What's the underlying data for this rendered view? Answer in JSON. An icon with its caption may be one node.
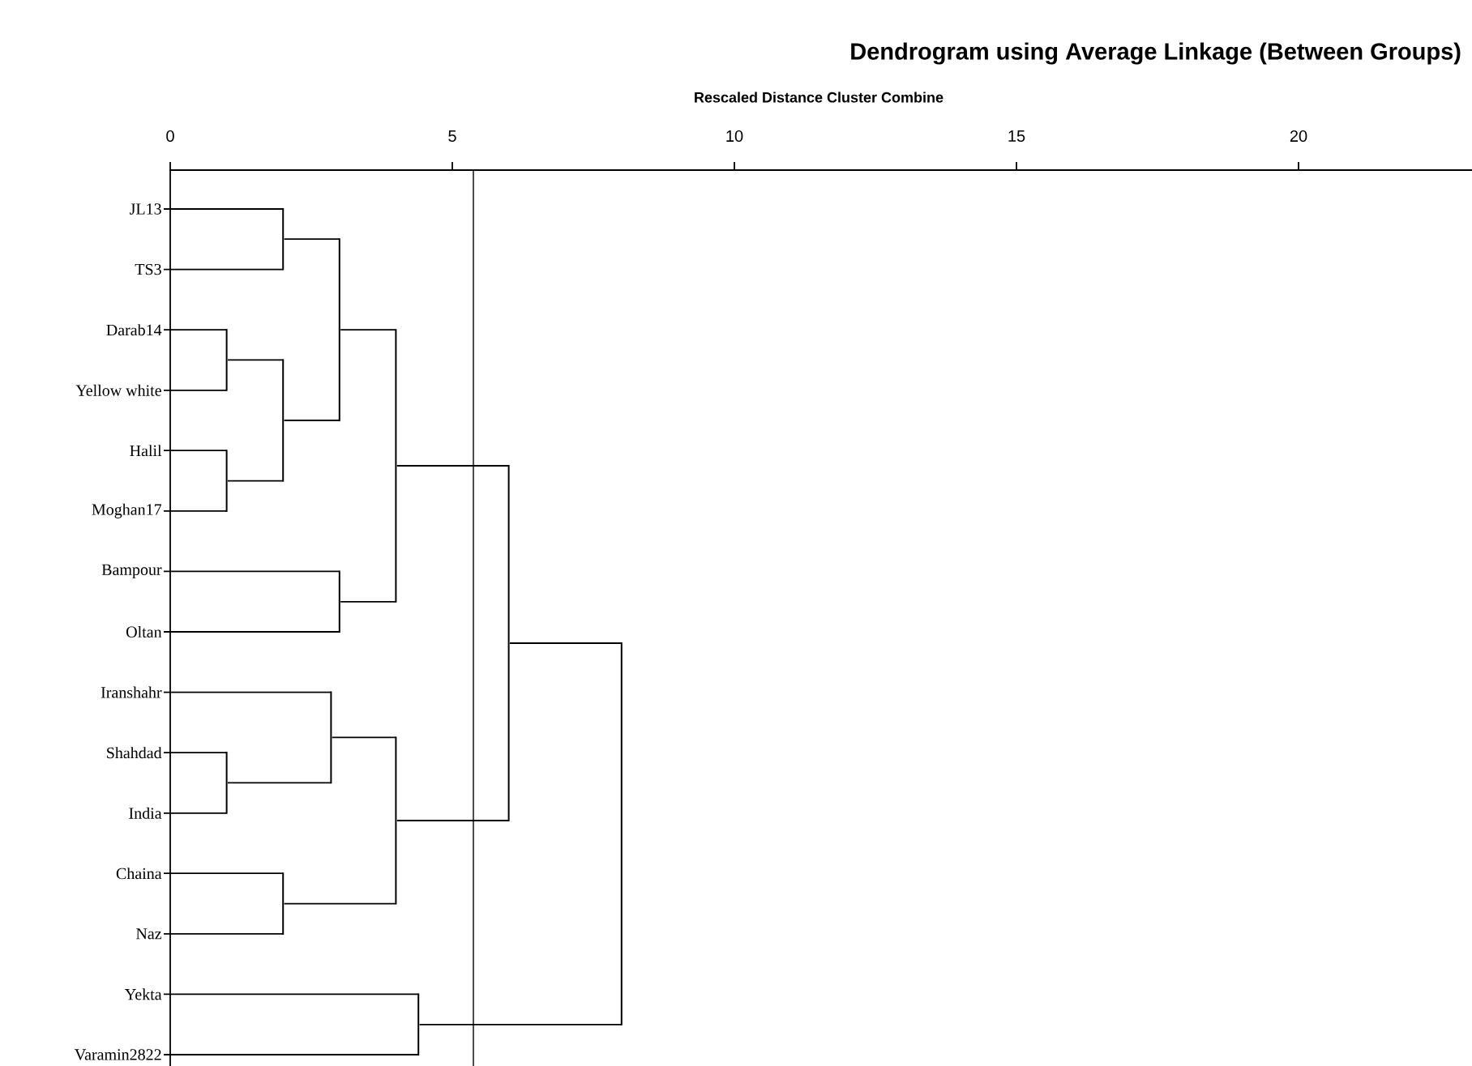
{
  "diagram": {
    "title": "Dendrogram using Average Linkage (Between Groups)",
    "nodes": [
      {
        "text": [
          "JL13"
        ]
      },
      {
        "text": [
          "TS3"
        ]
      },
      {
        "text": [
          "Darab14"
        ]
      },
      {
        "text": [
          "Yellow white"
        ]
      },
      {
        "text": [
          "Halil"
        ]
      },
      {
        "text": [
          "Moghan17"
        ]
      },
      {
        "text": [
          "Bampour"
        ]
      },
      {
        "text": [
          "Oltan"
        ]
      },
      {
        "text": [
          "Iranshahr"
        ]
      },
      {
        "text": [
          "Shahdad"
        ]
      },
      {
        "text": [
          "India"
        ]
      },
      {
        "text": [
          "Chaina"
        ]
      },
      {
        "text": [
          "Naz"
        ]
      },
      {
        "text": [
          "Yekta"
        ]
      },
      {
        "text": [
          "Varamin2822"
        ]
      },
      {
        "text": [],
        "shape": "bar"
      },
      {
        "text": [],
        "shape": "bar"
      },
      {
        "text": [],
        "shape": "bar"
      },
      {
        "text": [],
        "shape": "bar"
      },
      {
        "text": [],
        "shape": "bar"
      },
      {
        "text": [],
        "shape": "bar"
      },
      {
        "text": [],
        "shape": "bar"
      },
      {
        "text": [],
        "shape": "bar"
      },
      {
        "text": [],
        "shape": "bar"
      },
      {
        "text": [],
        "shape": "bar"
      },
      {
        "text": [],
        "shape": "bar"
      },
      {
        "text": [],
        "shape": "bar"
      },
      {
        "text": [],
        "shape": "bar"
      },
      {
        "text": [],
        "shape": "bar"
      }
    ],
    "edges": [
      {
        "from": 0,
        "to": 15,
        "arrow": "none"
      },
      {
        "from": 1,
        "to": 15,
        "arrow": "none"
      },
      {
        "from": 2,
        "to": 16,
        "arrow": "none"
      },
      {
        "from": 3,
        "to": 16,
        "arrow": "none"
      },
      {
        "from": 4,
        "to": 17,
        "arrow": "none"
      },
      {
        "from": 5,
        "to": 17,
        "arrow": "none"
      },
      {
        "from": 16,
        "to": 18,
        "arrow": "none"
      },
      {
        "from": 17,
        "to": 18,
        "arrow": "none"
      },
      {
        "from": 15,
        "to": 19,
        "arrow": "none"
      },
      {
        "from": 18,
        "to": 19,
        "arrow": "none"
      },
      {
        "from": 6,
        "to": 20,
        "arrow": "none"
      },
      {
        "from": 7,
        "to": 20,
        "arrow": "none"
      },
      {
        "from": 19,
        "to": 21,
        "arrow": "none"
      },
      {
        "from": 20,
        "to": 21,
        "arrow": "none"
      },
      {
        "from": 9,
        "to": 22,
        "arrow": "none"
      },
      {
        "from": 10,
        "to": 22,
        "arrow": "none"
      },
      {
        "from": 8,
        "to": 23,
        "arrow": "none"
      },
      {
        "from": 22,
        "to": 23,
        "arrow": "none"
      },
      {
        "from": 11,
        "to": 24,
        "arrow": "none"
      },
      {
        "from": 12,
        "to": 24,
        "arrow": "none"
      },
      {
        "from": 23,
        "to": 25,
        "arrow": "none"
      },
      {
        "from": 24,
        "to": 25,
        "arrow": "none"
      },
      {
        "from": 21,
        "to": 26,
        "arrow": "none"
      },
      {
        "from": 25,
        "to": 26,
        "arrow": "none"
      },
      {
        "from": 13,
        "to": 27,
        "arrow": "none"
      },
      {
        "from": 14,
        "to": 27,
        "arrow": "none"
      },
      {
        "from": 26,
        "to": 28,
        "arrow": "none"
      },
      {
        "from": 27,
        "to": 28,
        "arrow": "none"
      }
    ],
    "labels": [
      "Rescaled Distance Cluster Combine",
      "0",
      "5",
      "10",
      "15",
      "20"
    ]
  }
}
